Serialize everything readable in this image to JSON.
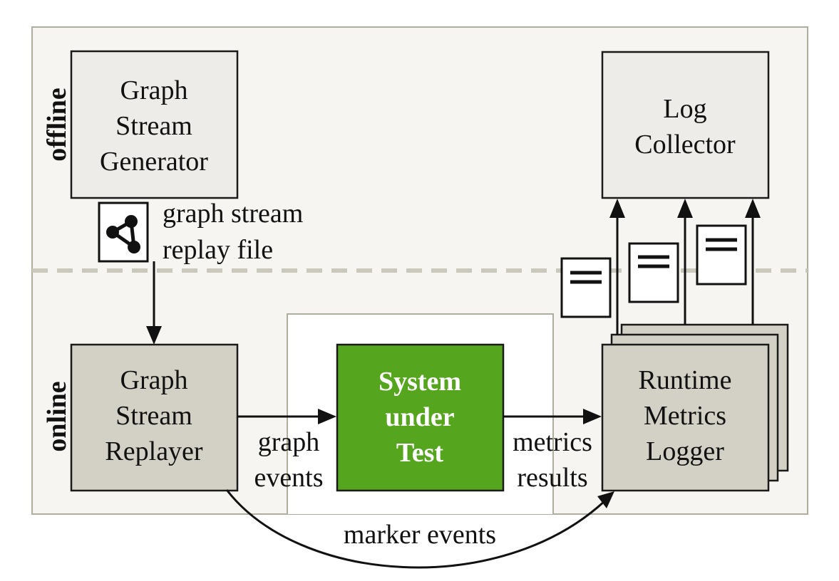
{
  "zones": {
    "offline": "offline",
    "online": "online"
  },
  "nodes": {
    "generator": [
      "Graph",
      "Stream",
      "Generator"
    ],
    "replayer": [
      "Graph",
      "Stream",
      "Replayer"
    ],
    "sut": [
      "System",
      "under",
      "Test"
    ],
    "logger": [
      "Runtime",
      "Metrics",
      "Logger"
    ],
    "collector": [
      "Log",
      "Collector"
    ]
  },
  "edges": {
    "replay_file": [
      "graph stream",
      "replay file"
    ],
    "graph_events": [
      "graph",
      "events"
    ],
    "metrics_results": [
      "metrics",
      "results"
    ],
    "marker_events": "marker events"
  },
  "icons": {
    "replay_file": "graph-file-icon",
    "log_document": "log-document-icon"
  },
  "colors": {
    "outer_bg": "#f6f5f2",
    "outer_border": "#b0ad9e",
    "offline_node": "#edece8",
    "online_node": "#d3d1c6",
    "sut_fill": "#56a51f",
    "divider": "#cac7bb"
  }
}
